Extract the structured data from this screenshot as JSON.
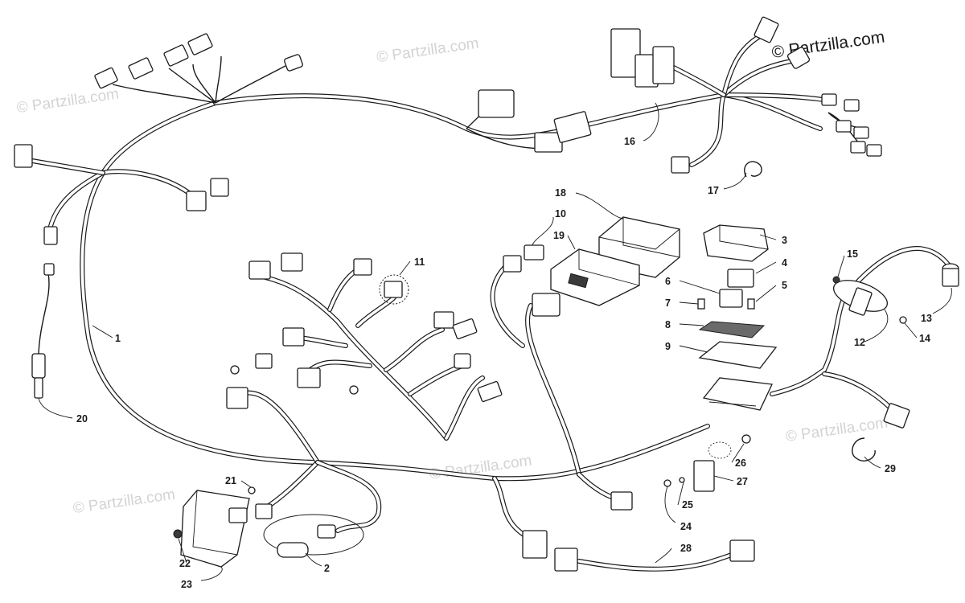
{
  "watermark": {
    "text": "© Partzilla.com"
  },
  "brand": {
    "text": "© Partzilla.com"
  },
  "callouts": {
    "c1": "1",
    "c2": "2",
    "c3": "3",
    "c4": "4",
    "c5": "5",
    "c6": "6",
    "c7": "7",
    "c8": "8",
    "c9": "9",
    "c10": "10",
    "c11": "11",
    "c12": "12",
    "c13": "13",
    "c14": "14",
    "c15": "15",
    "c16": "16",
    "c17": "17",
    "c18": "18",
    "c19": "19",
    "c20": "20",
    "c21": "21",
    "c22": "22",
    "c23": "23",
    "c24": "24",
    "c25": "25",
    "c26": "26",
    "c27": "27",
    "c28": "28",
    "c29": "29"
  }
}
